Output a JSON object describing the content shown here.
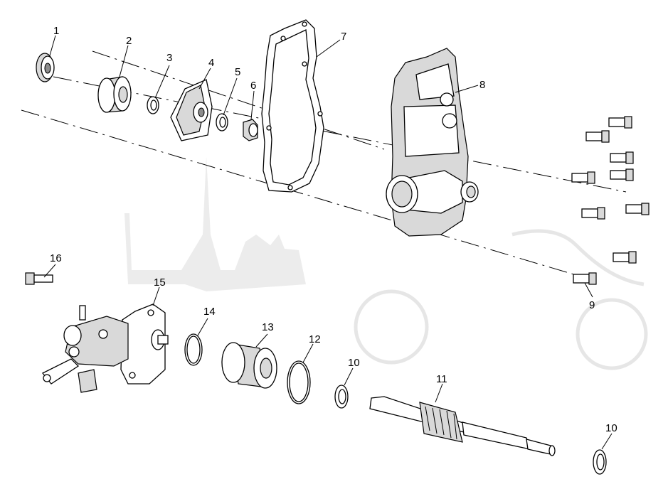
{
  "diagram": {
    "type": "exploded-parts-view",
    "watermark_text": "",
    "callouts": [
      "1",
      "2",
      "3",
      "4",
      "5",
      "6",
      "7",
      "8",
      "9",
      "10",
      "10",
      "11",
      "12",
      "13",
      "14",
      "15",
      "16"
    ]
  }
}
